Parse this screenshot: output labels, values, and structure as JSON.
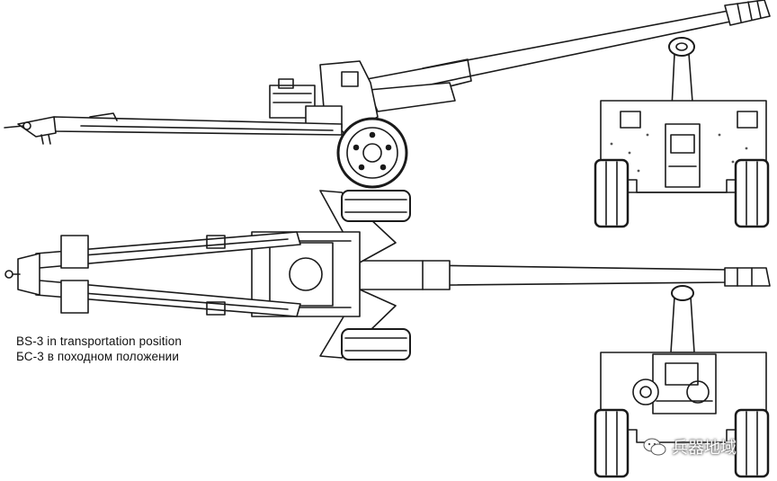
{
  "captions": {
    "en": "BS-3 in transportation position",
    "ru": "БС-3 в походном положении"
  },
  "watermark": {
    "text": "兵器地域"
  },
  "colors": {
    "line": "#1a1a1a",
    "background": "#ffffff",
    "shade": "#555555"
  }
}
